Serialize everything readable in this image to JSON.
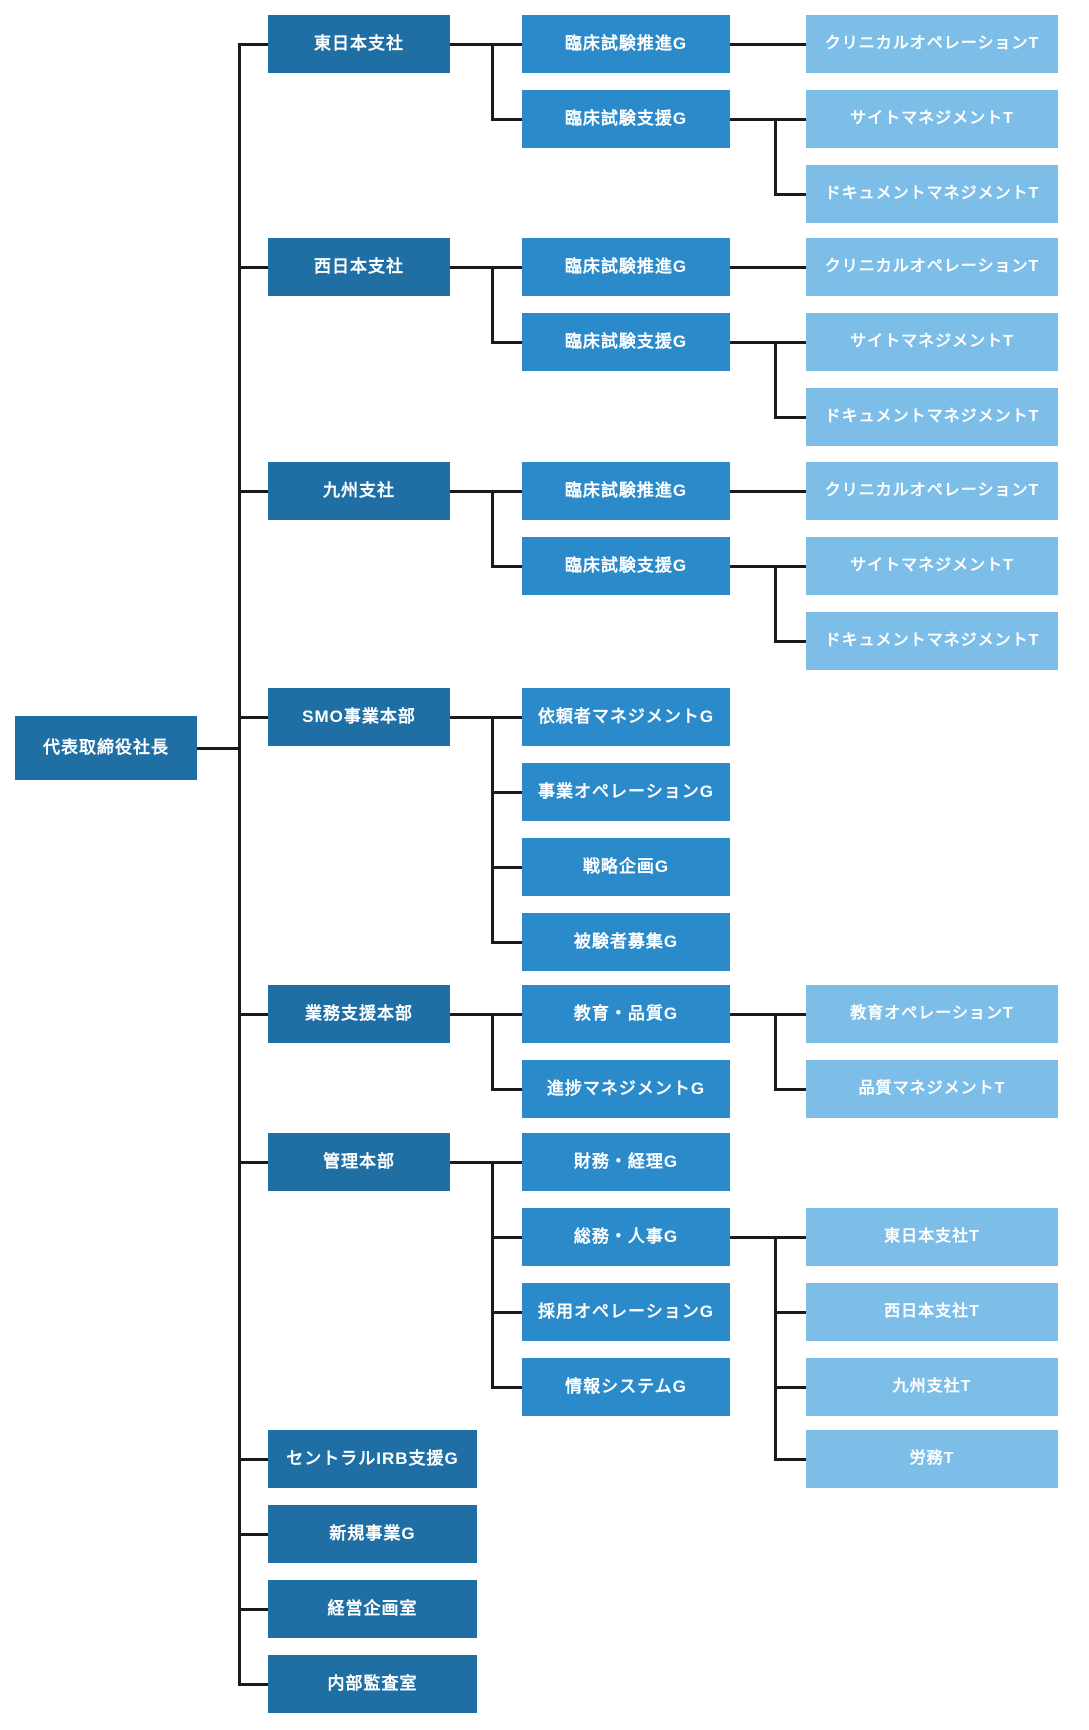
{
  "org_chart": {
    "root": {
      "label": "代表取締役社長"
    },
    "branches": [
      {
        "label": "東日本支社",
        "groups": [
          {
            "label": "臨床試験推進G",
            "teams": [
              {
                "label": "クリニカルオペレーションT"
              }
            ]
          },
          {
            "label": "臨床試験支援G",
            "teams": [
              {
                "label": "サイトマネジメントT"
              },
              {
                "label": "ドキュメントマネジメントT"
              }
            ]
          }
        ]
      },
      {
        "label": "西日本支社",
        "groups": [
          {
            "label": "臨床試験推進G",
            "teams": [
              {
                "label": "クリニカルオペレーションT"
              }
            ]
          },
          {
            "label": "臨床試験支援G",
            "teams": [
              {
                "label": "サイトマネジメントT"
              },
              {
                "label": "ドキュメントマネジメントT"
              }
            ]
          }
        ]
      },
      {
        "label": "九州支社",
        "groups": [
          {
            "label": "臨床試験推進G",
            "teams": [
              {
                "label": "クリニカルオペレーションT"
              }
            ]
          },
          {
            "label": "臨床試験支援G",
            "teams": [
              {
                "label": "サイトマネジメントT"
              },
              {
                "label": "ドキュメントマネジメントT"
              }
            ]
          }
        ]
      },
      {
        "label": "SMO事業本部",
        "groups": [
          {
            "label": "依頼者マネジメントG",
            "teams": []
          },
          {
            "label": "事業オペレーションG",
            "teams": []
          },
          {
            "label": "戦略企画G",
            "teams": []
          },
          {
            "label": "被験者募集G",
            "teams": []
          }
        ]
      },
      {
        "label": "業務支援本部",
        "groups": [
          {
            "label": "教育・品質G",
            "teams": [
              {
                "label": "教育オペレーションT"
              },
              {
                "label": "品質マネジメントT"
              }
            ]
          },
          {
            "label": "進捗マネジメントG",
            "teams": []
          }
        ]
      },
      {
        "label": "管理本部",
        "groups": [
          {
            "label": "財務・経理G",
            "teams": []
          },
          {
            "label": "総務・人事G",
            "teams": [
              {
                "label": "東日本支社T"
              },
              {
                "label": "西日本支社T"
              },
              {
                "label": "九州支社T"
              },
              {
                "label": "労務T"
              }
            ]
          },
          {
            "label": "採用オペレーションG",
            "teams": []
          },
          {
            "label": "情報システムG",
            "teams": []
          }
        ]
      },
      {
        "label": "セントラルIRB支援G",
        "groups": []
      },
      {
        "label": "新規事業G",
        "groups": []
      },
      {
        "label": "経営企画室",
        "groups": []
      },
      {
        "label": "内部監査室",
        "groups": []
      }
    ],
    "colors": {
      "level1_fill": "#1F6FA4",
      "level2_fill": "#2B8ACA",
      "level3_fill": "#7DBEE8",
      "connector": "#1A1A1A",
      "text": "#FFFFFF",
      "background": "#FFFFFF"
    }
  }
}
